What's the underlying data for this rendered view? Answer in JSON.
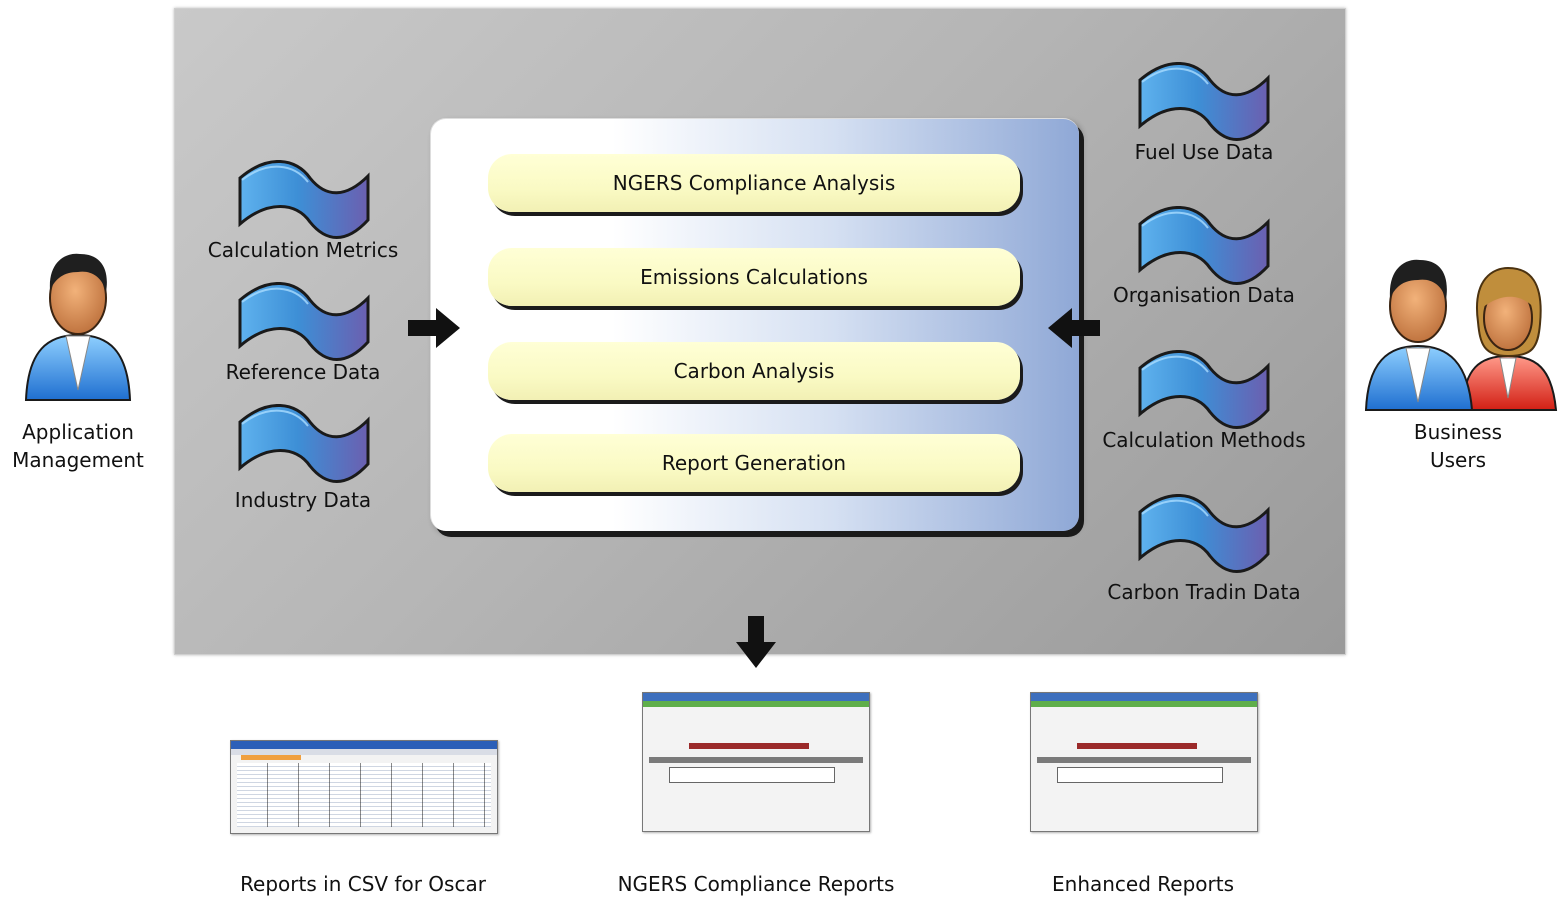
{
  "left_actor": {
    "label_line1": "Application",
    "label_line2": "Management"
  },
  "right_actor": {
    "label_line1": "Business",
    "label_line2": "Users"
  },
  "left_data_sources": [
    "Calculation Metrics",
    "Reference Data",
    "Industry Data"
  ],
  "right_data_sources": [
    "Fuel Use Data",
    "Organisation Data",
    "Calculation Methods",
    "Carbon Tradin Data"
  ],
  "process_steps": [
    "NGERS Compliance Analysis",
    "Emissions Calculations",
    "Carbon Analysis",
    "Report Generation"
  ],
  "outputs": [
    "Reports in CSV for Oscar",
    "NGERS Compliance Reports",
    "Enhanced Reports"
  ],
  "colors": {
    "panel_gray": "#b6b6b6",
    "process_blue": "#8fa8d6",
    "step_yellow": "#fafac4",
    "flag_blue": "#3d8fd6",
    "flag_purple": "#6b5fb0",
    "user_blue": "#2f7fd8",
    "user_red": "#e03a2a"
  },
  "icons": {
    "data_store": "data-flag-icon",
    "admin_user": "admin-user-icon",
    "business_users": "business-users-icon",
    "arrows": [
      "arrow-right-icon",
      "arrow-left-icon",
      "arrow-down-icon"
    ]
  }
}
